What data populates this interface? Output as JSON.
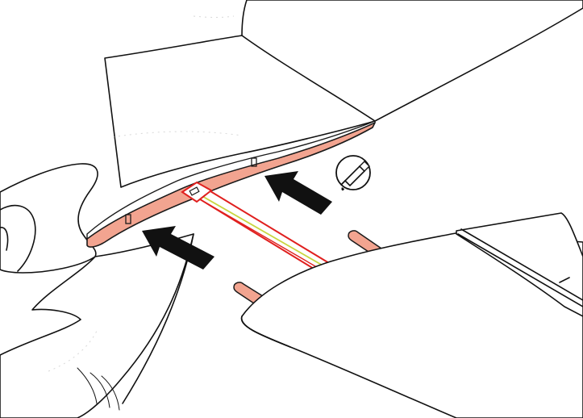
{
  "diagram": {
    "colors": {
      "wood": "#F2A490",
      "wood_stroke": "#1a1a1a",
      "spar_outline": "#E0201F",
      "spar_glue_line": "#C8D640",
      "arrow_fill": "#111111",
      "outline": "#111111",
      "background": "#ffffff"
    },
    "icons": {
      "glue": "glue-bottle-icon",
      "arrows": [
        "push-arrow-icon",
        "push-arrow-icon"
      ]
    },
    "parts": [
      "fuselage",
      "upper-wing",
      "tail-wing-panel",
      "spar-joiner",
      "lower-wing",
      "wing-dowel-pins"
    ]
  }
}
